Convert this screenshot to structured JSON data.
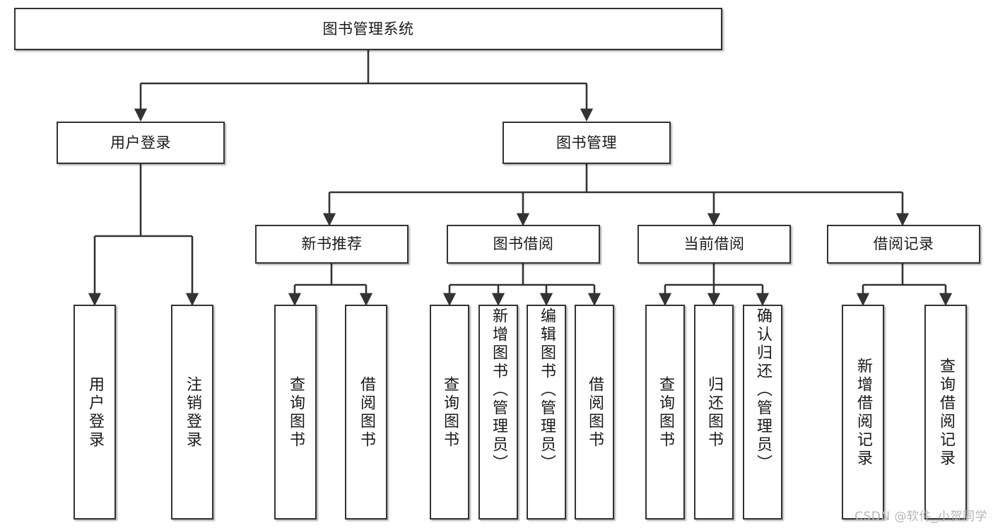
{
  "diagram": {
    "title": "图书管理系统",
    "type": "tree",
    "watermark": "CSDN @软件_小贺同学",
    "colors": {
      "node_border": "#333333",
      "node_fill": "#ffffff",
      "connector": "#333333",
      "text": "#1a1a1a",
      "watermark": "#b4b4b4",
      "background": "#ffffff"
    },
    "nodes": {
      "root": {
        "label": "图书管理系统"
      },
      "level2": [
        {
          "label": "用户登录"
        },
        {
          "label": "图书管理"
        }
      ],
      "level3": [
        {
          "label": "新书推荐"
        },
        {
          "label": "图书借阅"
        },
        {
          "label": "当前借阅"
        },
        {
          "label": "借阅记录"
        }
      ],
      "leaves": {
        "user_login": [
          {
            "label": "用户登录"
          },
          {
            "label": "注销登录"
          }
        ],
        "new_book_recommend": [
          {
            "label": "查询图书"
          },
          {
            "label": "借阅图书"
          }
        ],
        "book_borrow": [
          {
            "label": "查询图书"
          },
          {
            "label": "新增图书（管理员）"
          },
          {
            "label": "编辑图书（管理员）"
          },
          {
            "label": "借阅图书"
          }
        ],
        "current_borrow": [
          {
            "label": "查询图书"
          },
          {
            "label": "归还图书"
          },
          {
            "label": "确认归还（管理员）"
          }
        ],
        "borrow_record": [
          {
            "label": "新增借阅记录"
          },
          {
            "label": "查询借阅记录"
          }
        ]
      }
    }
  }
}
